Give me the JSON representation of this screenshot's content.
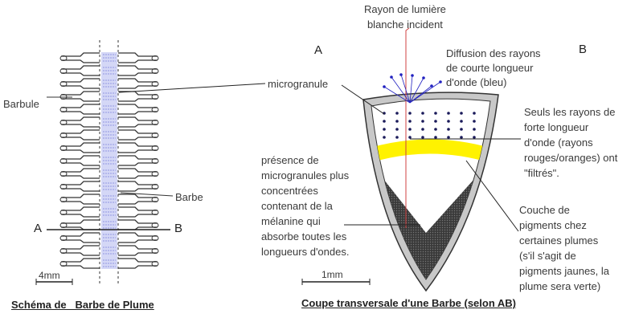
{
  "left_diagram": {
    "barbule_label": "Barbule",
    "barbe_label": "Barbe",
    "point_a": "A",
    "point_b": "B",
    "scale_label": "4mm",
    "title": "Schéma de   Barbe de Plume"
  },
  "right_diagram": {
    "incident_light": "Rayon de lumière\nblanche incident",
    "point_a": "A",
    "point_b": "B",
    "diffusion": "Diffusion des rayons\nde courte longueur\nd'onde (bleu)",
    "microgranule": "microgranule",
    "long_waves": "Seuls les rayons de\nforte longueur\nd'onde (rayons\nrouges/oranges) ont\n\"filtrés\".",
    "melanin": "présence de\nmicrogranules plus\nconcentrées\ncontenant de la\nmélanine qui\nabsorbe toutes les\nlongueurs d'ondes.",
    "pigments": "Couche de\npigments chez\ncertaines plumes\n(s'il s'agit de\npigments jaunes, la\nplume sera verte)",
    "scale_label": "1mm",
    "title": "Coupe transversale d'une Barbe (selon AB)"
  },
  "colors": {
    "barb": "#8a8ee0",
    "yellow": "#fff200",
    "melanin": "#3a3a3a",
    "wall": "#c8c8c8",
    "blue_rays": "#2020c0",
    "red_ray": "#d04040"
  }
}
